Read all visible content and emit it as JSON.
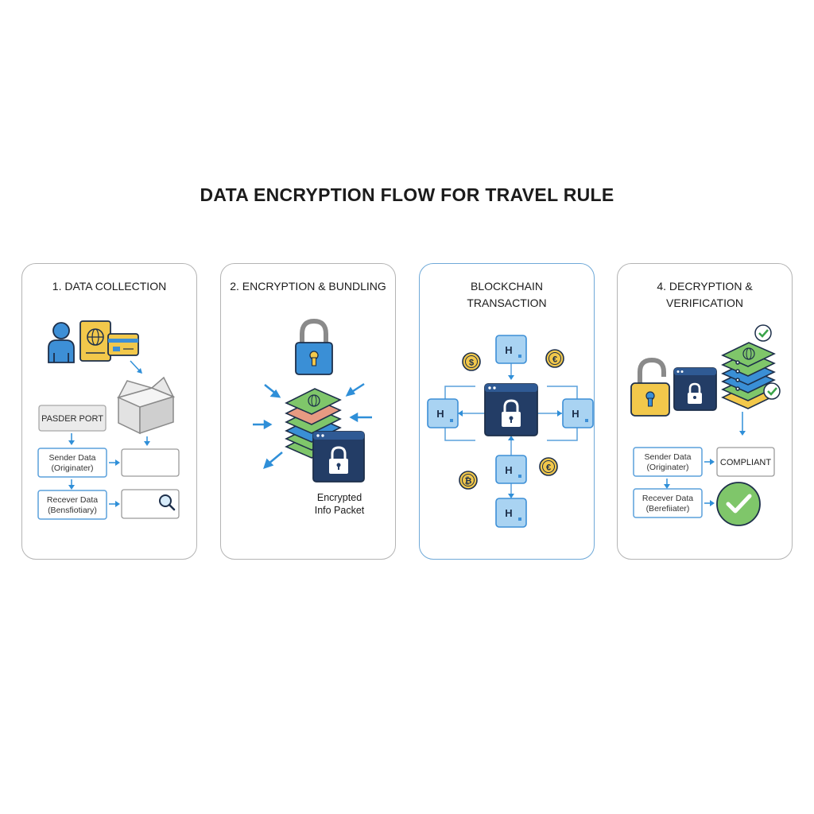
{
  "title": "DATA ENCRYPTION FLOW FOR TRAVEL RULE",
  "panels": [
    {
      "title": "1. DATA COLLECTION",
      "passport_label": "PASDER PORT",
      "sender_line1": "Sender Data",
      "sender_line2": "(Originater)",
      "receiver_line1": "Recever Data",
      "receiver_line2": "(Bensfiotiary)"
    },
    {
      "title": "2. ENCRYPTION & BUNDLING",
      "caption_line1": "Encrypted",
      "caption_line2": "Info Packet"
    },
    {
      "title_line1": "BLOCKCHAIN",
      "title_line2": "TRANSACTION",
      "node_letter": "H",
      "coins": [
        "$",
        "€",
        "₿",
        "€"
      ]
    },
    {
      "title": "4. DECRYPTION & VERIFICATION",
      "sender_line1": "Sender Data",
      "sender_line2": "(Originater)",
      "receiver_line1": "Recever Data",
      "receiver_line2": "(Berefiiater)",
      "compliant_label": "COMPLIANT"
    }
  ],
  "colors": {
    "blue": "#2f8fd8",
    "navy": "#233d66",
    "green": "#7fc66a",
    "yellow": "#f2c84b",
    "salmon": "#e79a82",
    "light_blue": "#a9d3f2",
    "gray_border": "#b4b4b4"
  },
  "icons": [
    "person-icon",
    "passport-icon",
    "credit-card-icon",
    "box-icon",
    "magnifier-icon",
    "padlock-icon",
    "browser-window-icon",
    "coin-icon",
    "checkmark-icon"
  ]
}
